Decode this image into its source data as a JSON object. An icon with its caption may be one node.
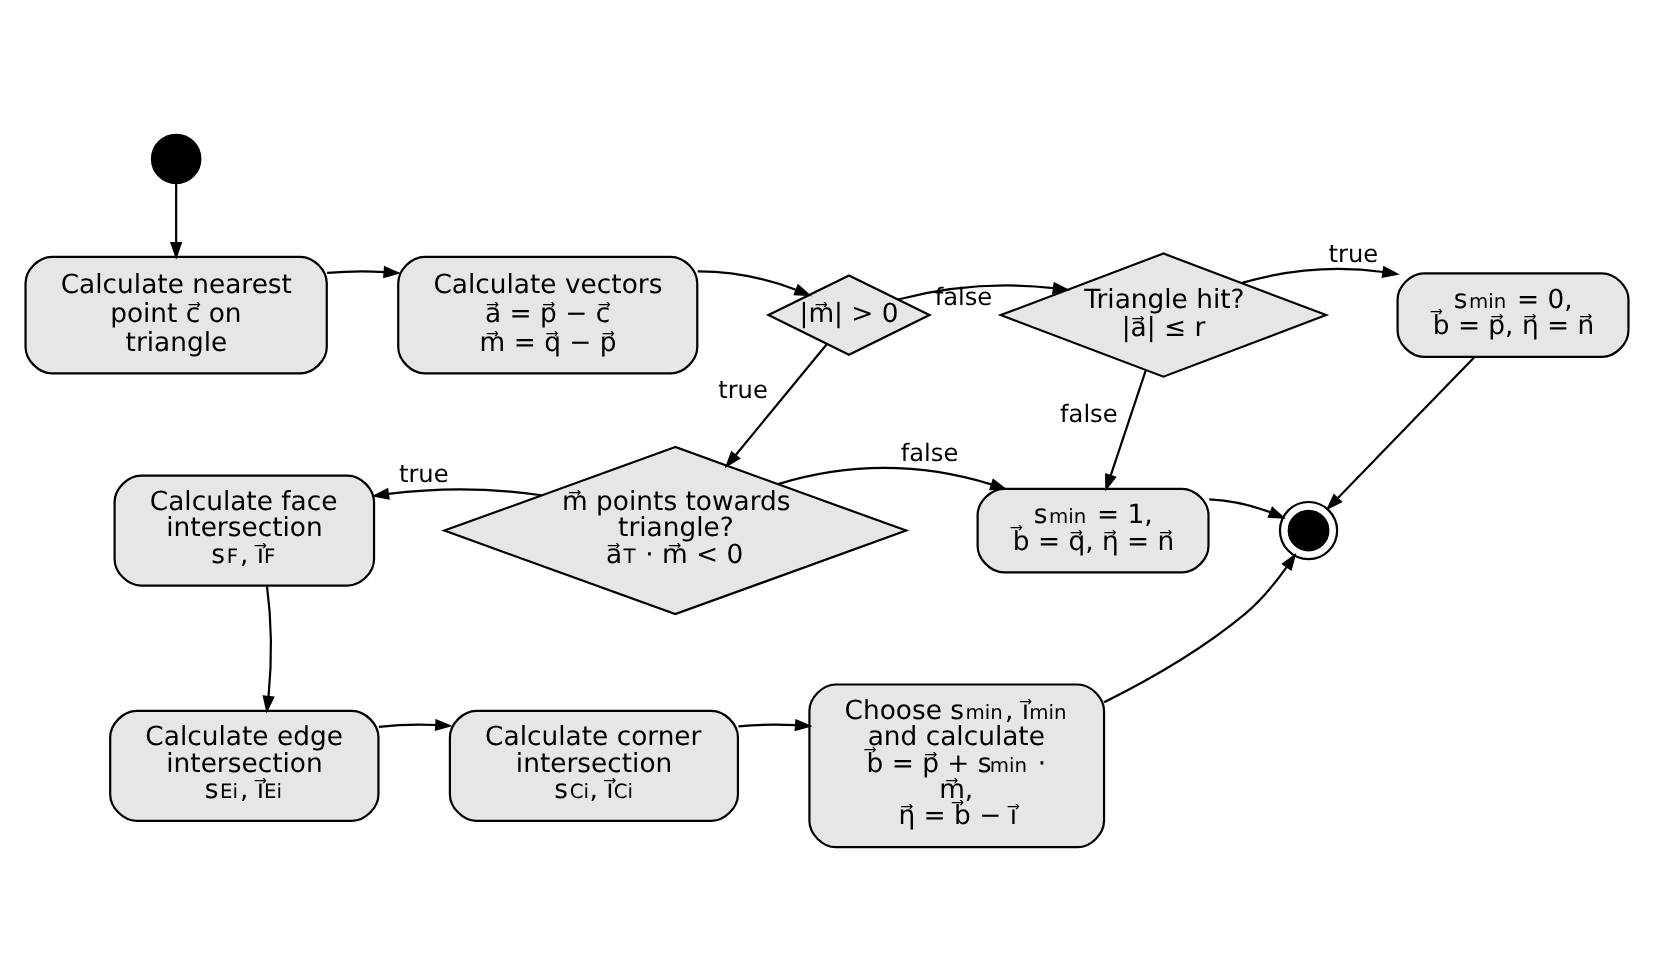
{
  "diagram": {
    "nodes": [
      {
        "text": [],
        "shape": "circle"
      },
      {
        "text": [
          "Calculate nearest point c⃗ on triangle"
        ]
      },
      {
        "text": [
          "Calculate vectors",
          "a⃗ = p⃗ − c⃗",
          "m⃗ = q⃗ − p⃗"
        ]
      },
      {
        "text": [
          "|m⃗| > 0"
        ]
      },
      {
        "text": [
          "Triangle hit?",
          "|a⃗| ≤ r"
        ]
      },
      {
        "text": [
          "s$_{min}$ = 0,",
          "b⃗ = p⃗, η⃗ = n⃗"
        ]
      },
      {
        "text": [
          "Calculate face intersection",
          "s$_{F}$, i⃗$_{F}$"
        ]
      },
      {
        "text": [
          "m⃗ points towards triangle?",
          "a⃗$^{T}$ · m⃗ < 0"
        ]
      },
      {
        "text": [
          "s$_{min}$ = 1,",
          "b⃗ = q⃗, η⃗ = n⃗"
        ]
      },
      {
        "text": [],
        "shape": "bullseye"
      },
      {
        "text": [
          "Calculate edge intersection",
          "s$_{Ei}$, i⃗$_{Ei}$"
        ]
      },
      {
        "text": [
          "Calculate corner intersection",
          "s$_{Ci}$, i⃗$_{Ci}$"
        ]
      },
      {
        "text": [
          "Choose s$_{min}$, i⃗$_{min}$ and calculate",
          "b⃗ = p⃗ + s$_{min}$ · m⃗,",
          "η⃗ = b⃗ − i⃗"
        ]
      }
    ],
    "edges": [
      {
        "from": 0,
        "to": 1,
        "arrow": "to"
      },
      {
        "from": 1,
        "to": 2,
        "arrow": "to"
      },
      {
        "from": 2,
        "to": 3,
        "arrow": "to"
      },
      {
        "from": 3,
        "to": 4,
        "arrow": "to",
        "label": "false"
      },
      {
        "from": 4,
        "to": 5,
        "arrow": "to",
        "label": "true"
      },
      {
        "from": 3,
        "to": 7,
        "arrow": "to",
        "label": "true"
      },
      {
        "from": 4,
        "to": 8,
        "arrow": "to",
        "label": "false"
      },
      {
        "from": 7,
        "to": 6,
        "arrow": "to",
        "label": "true"
      },
      {
        "from": 7,
        "to": 8,
        "arrow": "to",
        "label": "false"
      },
      {
        "from": 5,
        "to": 9,
        "arrow": "to"
      },
      {
        "from": 8,
        "to": 9,
        "arrow": "to"
      },
      {
        "from": 6,
        "to": 10,
        "arrow": "to"
      },
      {
        "from": 10,
        "to": 11,
        "arrow": "to"
      },
      {
        "from": 11,
        "to": 12,
        "arrow": "to"
      },
      {
        "from": 12,
        "to": 9,
        "arrow": "to"
      }
    ]
  }
}
